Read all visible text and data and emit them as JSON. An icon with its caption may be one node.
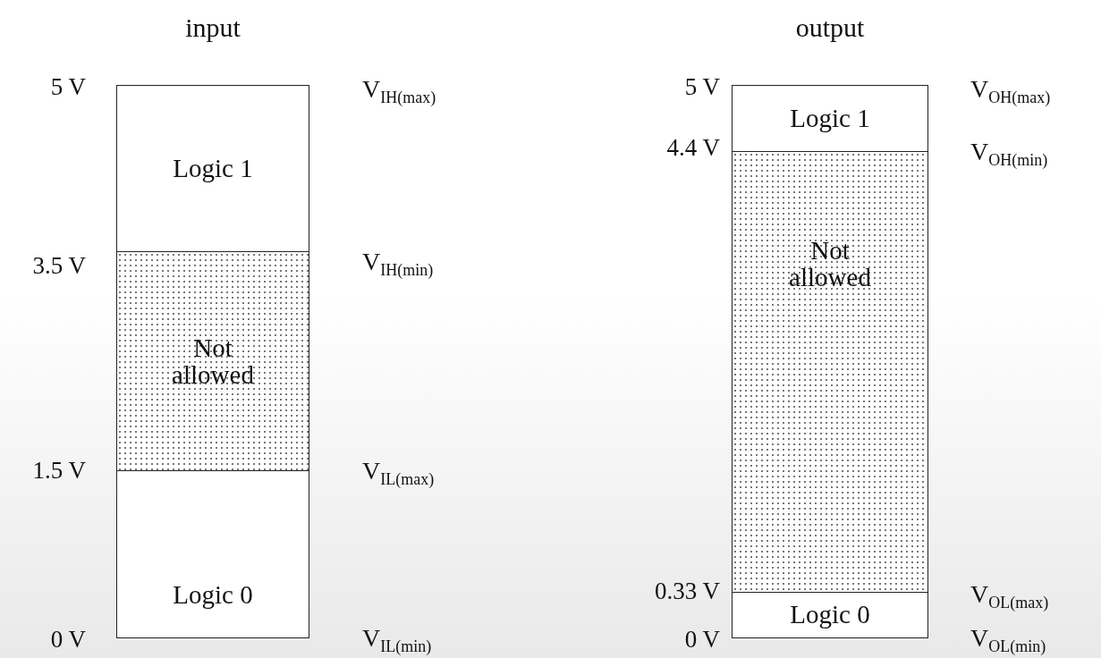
{
  "diagram": {
    "nodes": [
      {
        "text": [
          "input"
        ]
      },
      {
        "text": [
          "Logic 1"
        ],
        "in": 0
      },
      {
        "text": [
          "Not allowed"
        ],
        "in": 0
      },
      {
        "text": [
          "Logic 0"
        ],
        "in": 0
      },
      {
        "text": [
          "output"
        ]
      },
      {
        "text": [
          "Logic 1"
        ],
        "in": 4
      },
      {
        "text": [
          "Not allowed"
        ],
        "in": 4
      },
      {
        "text": [
          "Logic 0"
        ],
        "in": 4
      }
    ],
    "labels": [
      "5 V",
      "V$_{IH(max)}$",
      "5 V",
      "V$_{OH(max)}$",
      "4.4 V",
      "V$_{OH(min)}$",
      "3.5 V",
      "V$_{IH(min)}$",
      "1.5 V",
      "V$_{IL(max)}$",
      "0.33 V",
      "V$_{OL(max)}$",
      "0 V",
      "V$_{IL(min)}$",
      "0 V",
      "V$_{OL(min)}$"
    ]
  }
}
